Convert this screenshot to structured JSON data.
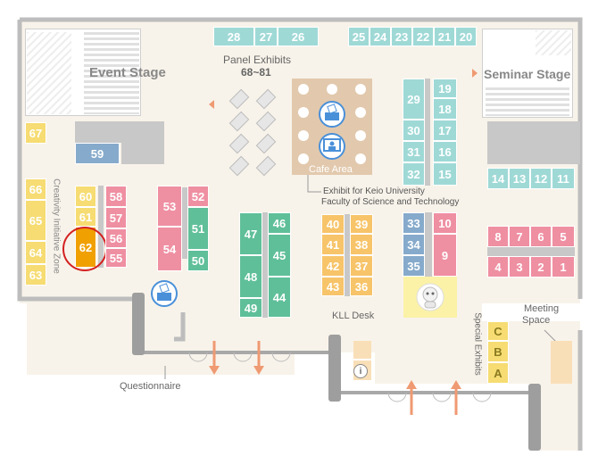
{
  "colors": {
    "teal": "#9fd9d6",
    "pink": "#ef8fa2",
    "orange": "#f7c46a",
    "yellow": "#f6dc72",
    "green": "#5fbf99",
    "blue": "#86aacb",
    "gray": "#c8c8c8",
    "highlight_fill": "#f0a000",
    "highlight_ring": "#d42020",
    "floor": "#f8f3ea",
    "wall": "#bdbdbd",
    "cafe": "#e2c9ad",
    "arrow": "#ef9a72"
  },
  "labels": {
    "event_stage": "Event Stage",
    "seminar_stage": "Seminar Stage",
    "panel_exhibits_title": "Panel Exhibits",
    "panel_exhibits_range": "68~81",
    "cafe_area": "Cafe Area",
    "keio_exhibit_line1": "Exhibit for Keio University",
    "keio_exhibit_line2": "Faculty of Science and Technology",
    "creativity_zone": "Creativity Initiative Zone",
    "kll_desk": "KLL Desk",
    "special_exhibits": "Special Exhibits",
    "meeting_space_line1": "Meeting",
    "meeting_space_line2": "Space",
    "questionnaire": "Questionnaire"
  },
  "booths": {
    "b28": "28",
    "b27": "27",
    "b26": "26",
    "b25": "25",
    "b24": "24",
    "b23": "23",
    "b22": "22",
    "b21": "21",
    "b20": "20",
    "b29": "29",
    "b30": "30",
    "b31": "31",
    "b32": "32",
    "b19": "19",
    "b18": "18",
    "b17": "17",
    "b16": "16",
    "b15": "15",
    "b14": "14",
    "b13": "13",
    "b12": "12",
    "b11": "11",
    "b8": "8",
    "b7": "7",
    "b6": "6",
    "b5": "5",
    "b4": "4",
    "b3": "3",
    "b2": "2",
    "b1": "1",
    "b67": "67",
    "b59": "59",
    "b66": "66",
    "b65": "65",
    "b64": "64",
    "b63": "63",
    "b60": "60",
    "b61": "61",
    "b62": "62",
    "b58": "58",
    "b57": "57",
    "b56": "56",
    "b55": "55",
    "b53": "53",
    "b54": "54",
    "b52": "52",
    "b51": "51",
    "b50": "50",
    "b47": "47",
    "b48": "48",
    "b49": "49",
    "b46": "46",
    "b45": "45",
    "b44": "44",
    "b40": "40",
    "b41": "41",
    "b42": "42",
    "b43": "43",
    "b39": "39",
    "b38": "38",
    "b37": "37",
    "b36": "36",
    "b33": "33",
    "b34": "34",
    "b35": "35",
    "b10": "10",
    "b9": "9",
    "bC": "C",
    "bB": "B",
    "bA": "A"
  },
  "icons": [
    "ballot-box-icon",
    "presentation-screen-icon",
    "robot-icon",
    "info-icon",
    "entrance-arrow-icon"
  ]
}
